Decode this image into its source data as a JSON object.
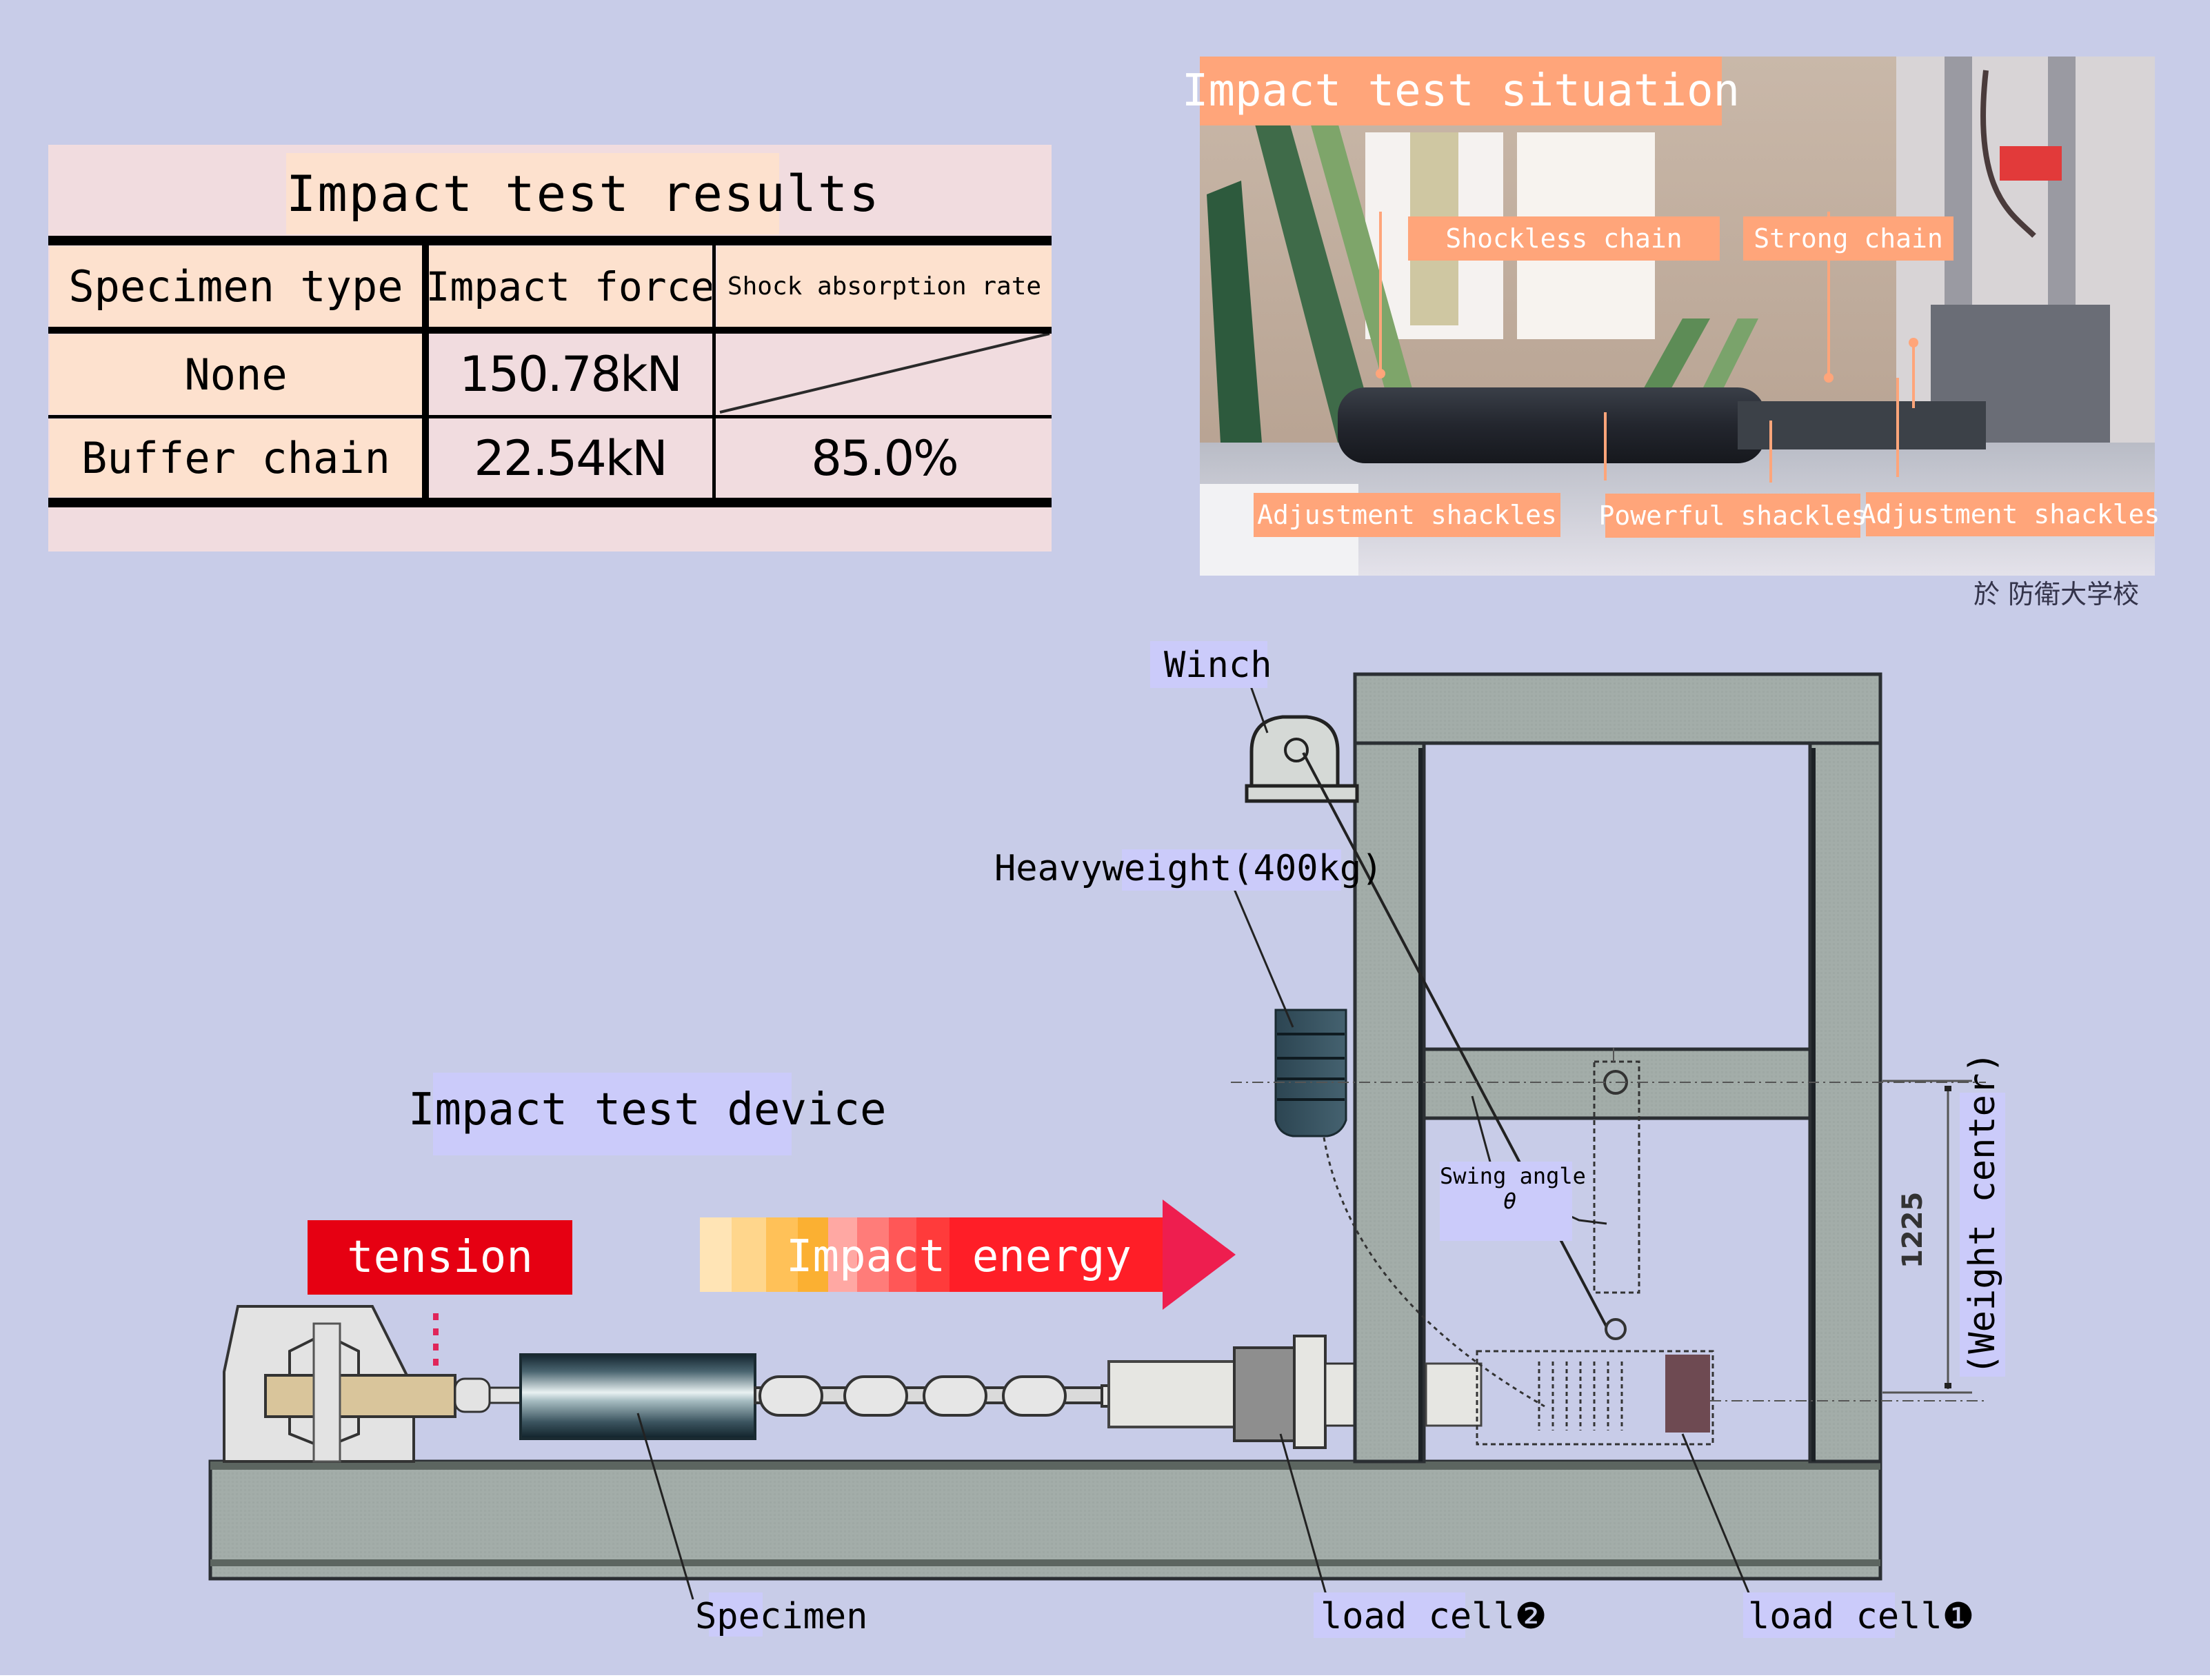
{
  "results_table": {
    "title": "Impact test results",
    "columns": [
      "Specimen type",
      "Impact force",
      "Shock absorption rate"
    ],
    "rows": [
      {
        "specimen_type": "None",
        "impact_force": "150.78kN",
        "shock_absorption_rate": ""
      },
      {
        "specimen_type": "Buffer chain",
        "impact_force": "22.54kN",
        "shock_absorption_rate": "85.0%"
      }
    ]
  },
  "photo": {
    "title": "Impact test situation",
    "labels": {
      "shockless_chain": "Shockless chain",
      "strong_chain": "Strong chain",
      "adjustment_shackles_left": "Adjustment shackles",
      "powerful_shackles": "Powerful shackles",
      "adjustment_shackles_right": "Adjustment shackles"
    },
    "credit": "於 防衛大学校"
  },
  "device": {
    "title": "Impact test device",
    "tension_label": "tension",
    "impact_energy_label": "Impact energy",
    "labels": {
      "winch": "Winch",
      "heavyweight": "Heavyweight(400kg)",
      "swing_angle": "Swing angle",
      "theta": "θ",
      "dimension": "1225",
      "weight_center": "(Weight center)",
      "specimen": "Specimen",
      "load_cell_2": "load cell",
      "load_cell_2_num": "❷",
      "load_cell_1": "load cell",
      "load_cell_1_num": "❶"
    }
  },
  "colors": {
    "background": "#C8CCE8",
    "table_header": "#FDE1CE",
    "tag_orange": "#FFA57A",
    "tension_red": "#E60012",
    "frame_gray": "#A3ADA9",
    "label_highlight": "#CBCBFA"
  }
}
